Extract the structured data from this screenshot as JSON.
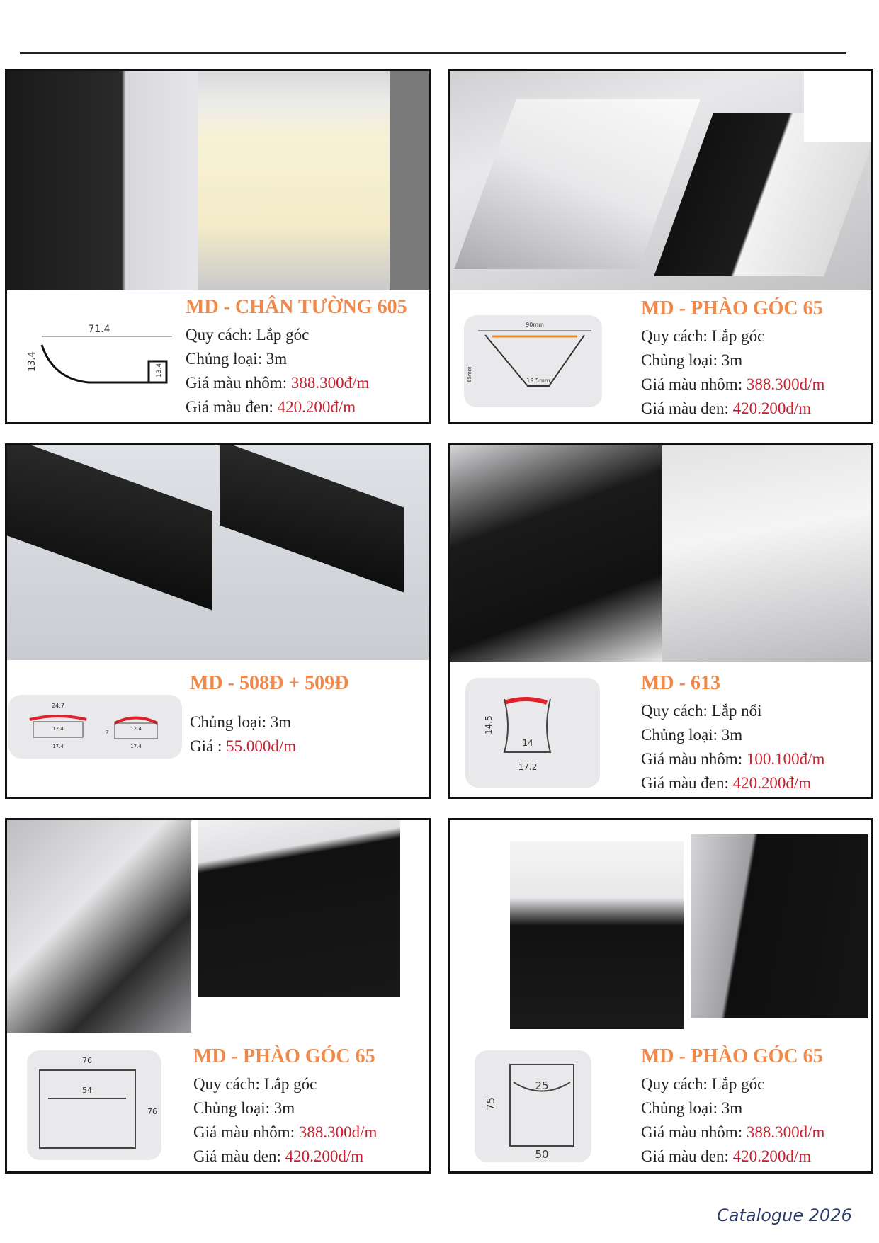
{
  "footer": "Catalogue 2026",
  "products": [
    {
      "title": "MD - CHÂN TƯỜNG 605",
      "spec_label": "Quy cách: ",
      "spec": "Lắp góc",
      "type_label": "Chủng loại: ",
      "type": "3m",
      "price1_label": "Giá màu nhôm: ",
      "price1": "388.300đ/m",
      "price2_label": "Giá màu đen: ",
      "price2": "420.200đ/m",
      "dims": [
        "71.4",
        "13.4",
        "13.4"
      ]
    },
    {
      "title": "MD - PHÀO GÓC 65",
      "spec_label": "Quy cách: ",
      "spec": "Lắp góc",
      "type_label": "Chủng loại: ",
      "type": "3m",
      "price1_label": "Giá màu nhôm: ",
      "price1": "388.300đ/m",
      "price2_label": "Giá màu đen: ",
      "price2": "420.200đ/m",
      "dims": [
        "90mm",
        "19.5mm",
        "65mm"
      ]
    },
    {
      "title": "MD - 508Đ + 509Đ",
      "type_label": "Chủng loại: ",
      "type": "3m",
      "price1_label": "Giá : ",
      "price1": "55.000đ/m",
      "dims": [
        "24.7",
        "12.4",
        "17.4",
        "12.4",
        "17.4",
        "7"
      ]
    },
    {
      "title": "MD - 613",
      "spec_label": "Quy cách: ",
      "spec": "Lắp nổi",
      "type_label": "Chủng loại: ",
      "type": "3m",
      "price1_label": "Giá màu nhôm: ",
      "price1": "100.100đ/m",
      "price2_label": "Giá màu đen: ",
      "price2": "420.200đ/m",
      "dims": [
        "14.5",
        "14",
        "17.2"
      ]
    },
    {
      "title": "MD - PHÀO GÓC 65",
      "spec_label": "Quy cách: ",
      "spec": "Lắp góc",
      "type_label": "Chủng loại: ",
      "type": "3m",
      "price1_label": "Giá màu nhôm: ",
      "price1": "388.300đ/m",
      "price2_label": "Giá màu đen: ",
      "price2": "420.200đ/m",
      "dims": [
        "76",
        "54",
        "76"
      ]
    },
    {
      "title": "MD - PHÀO GÓC 65",
      "spec_label": "Quy cách: ",
      "spec": "Lắp góc",
      "type_label": "Chủng loại: ",
      "type": "3m",
      "price1_label": "Giá màu nhôm: ",
      "price1": "388.300đ/m",
      "price2_label": "Giá màu đen: ",
      "price2": "420.200đ/m",
      "dims": [
        "25",
        "75",
        "50"
      ]
    }
  ]
}
